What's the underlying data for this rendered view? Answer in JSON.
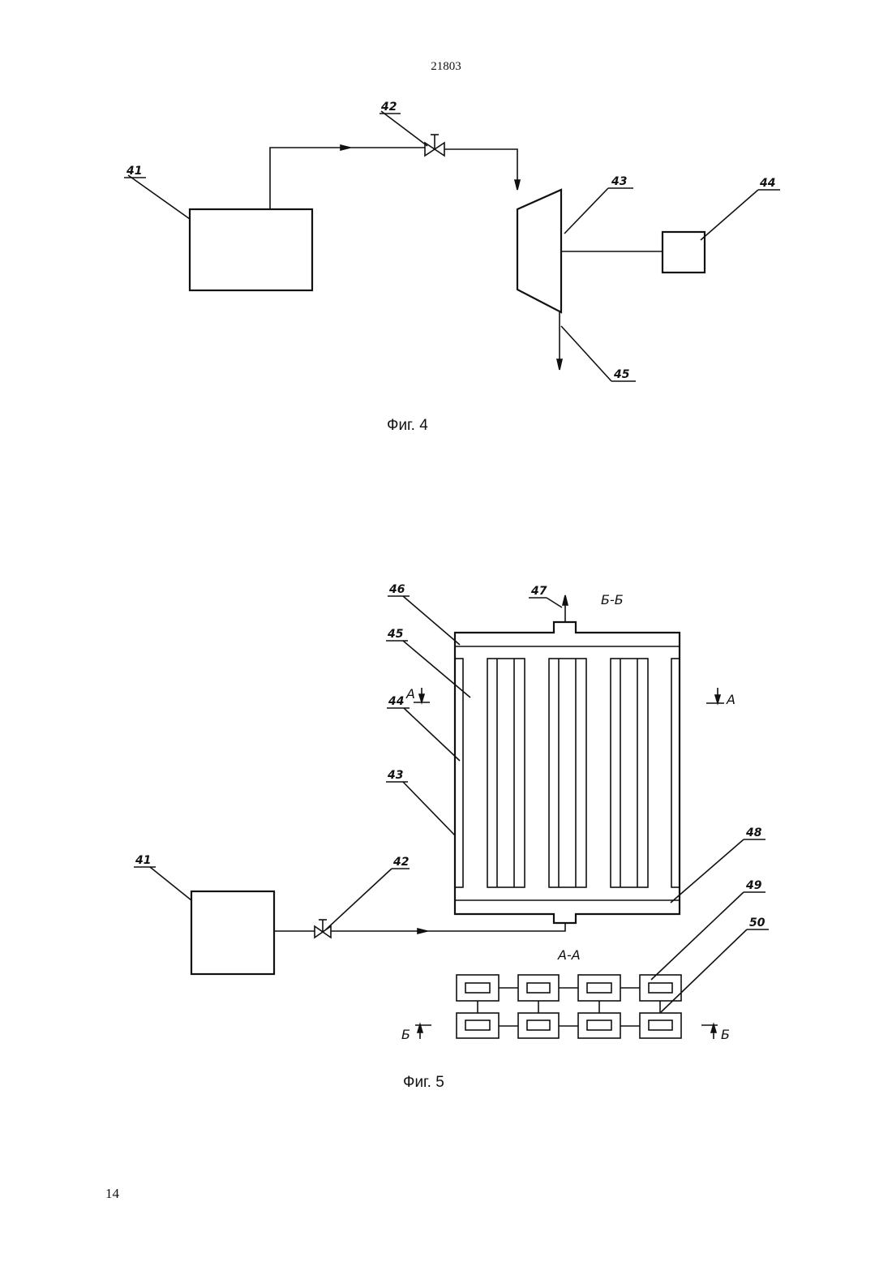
{
  "page_number_top": "21803",
  "page_number_bottom": "14",
  "fig4": {
    "caption": "Фиг. 4",
    "labels": {
      "l41": "41",
      "l42": "42",
      "l43": "43",
      "l44": "44",
      "l45": "45"
    }
  },
  "fig5": {
    "caption": "Фиг. 5",
    "section_bb": "Б-Б",
    "section_aa": "А-А",
    "cut_a_left": "А",
    "cut_a_right": "А",
    "cut_b_left": "Б",
    "cut_b_right": "Б",
    "labels": {
      "l41": "41",
      "l42": "42",
      "l43": "43",
      "l44": "44",
      "l45": "45",
      "l46": "46",
      "l47": "47",
      "l48": "48",
      "l49": "49",
      "l50": "50"
    }
  }
}
